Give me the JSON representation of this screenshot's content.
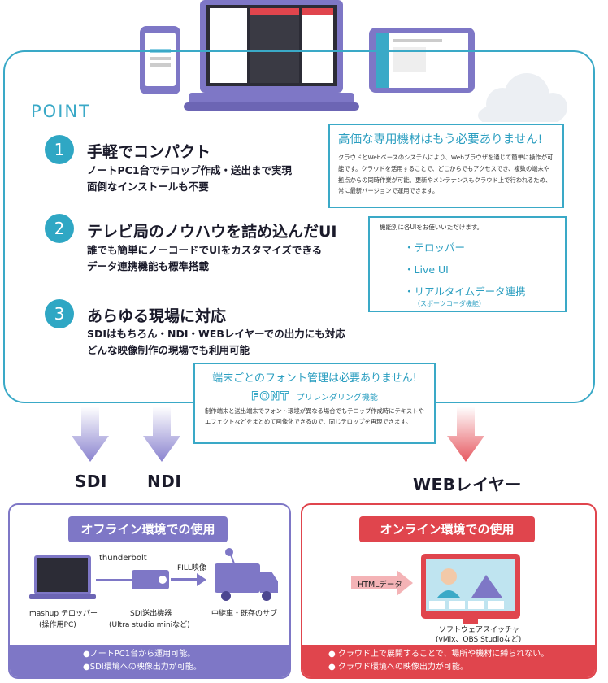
{
  "point_title": "POINT",
  "points": [
    {
      "num": "1",
      "heading": "手軽でコンパクト",
      "lines": [
        "ノートPC1台でテロップ作成・送出まで実現",
        "面倒なインストールも不要"
      ]
    },
    {
      "num": "2",
      "heading": "テレビ局のノウハウを詰め込んだUI",
      "lines": [
        "誰でも簡単にノーコードでUIをカスタマイズできる",
        "データ連携機能も標準搭載"
      ]
    },
    {
      "num": "3",
      "heading": "あらゆる現場に対応",
      "lines": [
        "SDIはもちろん・NDI・WEBレイヤーでの出力にも対応",
        "どんな映像制作の現場でも利用可能"
      ]
    }
  ],
  "cloud_box": {
    "title": "高価な専用機材はもう必要ありません!",
    "body": "クラウドとWebベースのシステムにより、Webブラウザを通じて簡単に操作が可能です。クラウドを活用することで、どこからでもアクセスでき、複数の端末や拠点からの同時作業が可能。更新やメンテナンスもクラウド上で行われるため、常に最新バージョンで運用できます。"
  },
  "ui_box": {
    "intro": "機能別に各UIをお使いいただけます。",
    "items": [
      "・テロッパー",
      "・Live UI",
      "・リアルタイムデータ連携"
    ],
    "sub": "（スポーツコーダ機能）"
  },
  "font_box": {
    "title": "端末ごとのフォント管理は必要ありません!",
    "logo": "FONT",
    "subtitle": "プリレンダリング機能",
    "body": "制作端末と送出端末でフォント環境が異なる場合でもテロップ作成時にテキストやエフェクトなどをまとめて画像化できるので、同じテロップを再現できます。"
  },
  "outputs": {
    "sdi": "SDI",
    "ndi": "NDI",
    "web": "WEBレイヤー"
  },
  "offline": {
    "title": "オフライン環境での使用",
    "thunderbolt": "thunderbolt",
    "fill": "FILL映像",
    "pc_label": "mashup テロッパー",
    "pc_sub": "(操作用PC)",
    "device_label": "SDI送出機器",
    "device_sub": "(Ultra studio miniなど)",
    "truck_label": "中継車・既存のサブ",
    "footer": [
      "●ノートPC1台から運用可能。",
      "●SDI環境への映像出力が可能。"
    ]
  },
  "online": {
    "title": "オンライン環境での使用",
    "html": "HTMLデータ",
    "switcher_label": "ソフトウェアスイッチャー",
    "switcher_sub": "(vMix、OBS Studioなど)",
    "footer": [
      "● クラウド上で展開することで、場所や機材に縛られない。",
      "● クラウド環境への映像出力が可能。"
    ]
  },
  "colors": {
    "accent": "#3aa9c7",
    "offline": "#7e77c6",
    "online": "#e0454d"
  }
}
